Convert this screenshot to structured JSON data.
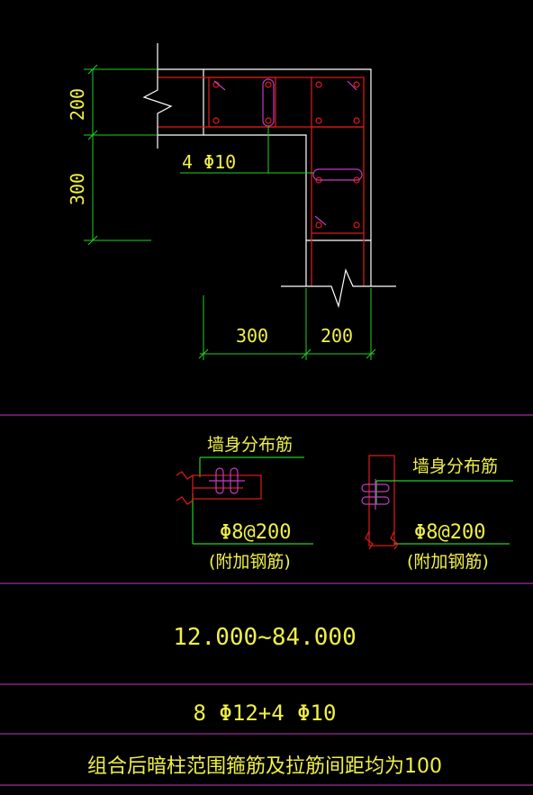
{
  "colors": {
    "background": "#000000",
    "white": "#ffffff",
    "red": "#e21a1a",
    "green": "#22d022",
    "yellow": "#f0f048",
    "magenta": "#c23cc2"
  },
  "plan": {
    "dim_top": "200",
    "dim_mid": "300",
    "dim_bottom_left": "300",
    "dim_bottom_right": "200",
    "rebar_label": "4 Φ10"
  },
  "detail_left": {
    "wall_label": "墙身分布筋",
    "spacing_label": "Φ8@200",
    "note": "(附加钢筋)"
  },
  "detail_right": {
    "wall_label": "墙身分布筋",
    "spacing_label": "Φ8@200",
    "note": "(附加钢筋)"
  },
  "table": {
    "elevation": "12.000~84.000",
    "reinforcement": "8 Φ12+4 Φ10",
    "remark": "组合后暗柱范围箍筋及拉筋间距均为100"
  }
}
